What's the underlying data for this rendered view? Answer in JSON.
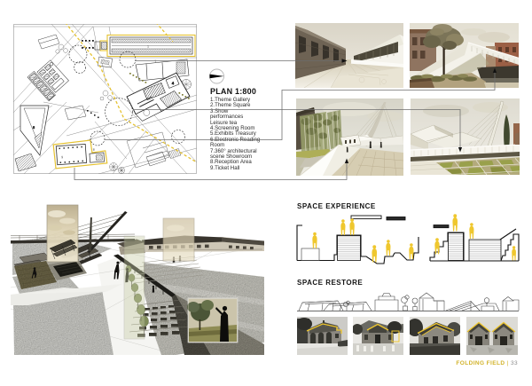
{
  "page": {
    "background": "#ffffff",
    "footer": {
      "project": "FOLDING FIELD",
      "divider": "|",
      "page_number": "33"
    }
  },
  "plan": {
    "title": "PLAN 1:800",
    "legend_items": [
      "1.Theme Gallery",
      "2.Theme Square",
      "3.Show\nperformances\nLeisure tea",
      "4.Screening Room",
      "5.Exhibits Treasury",
      "6.Electronic Reading\nRoom",
      "7.360° architectural\nscene Showroom",
      "8.Reception Area",
      "9.Ticket Hall"
    ]
  },
  "sections": {
    "experience_title": "SPACE EXPERIENCE",
    "restore_title": "SPACE RESTORE"
  },
  "colors": {
    "accent_yellow": "#eec62f",
    "plan_dash_yellow": "#e5c232",
    "leader_gray": "#7a7a7a",
    "footer_yellow": "#d2b32b",
    "page_number_gray": "#8a8a8a"
  }
}
